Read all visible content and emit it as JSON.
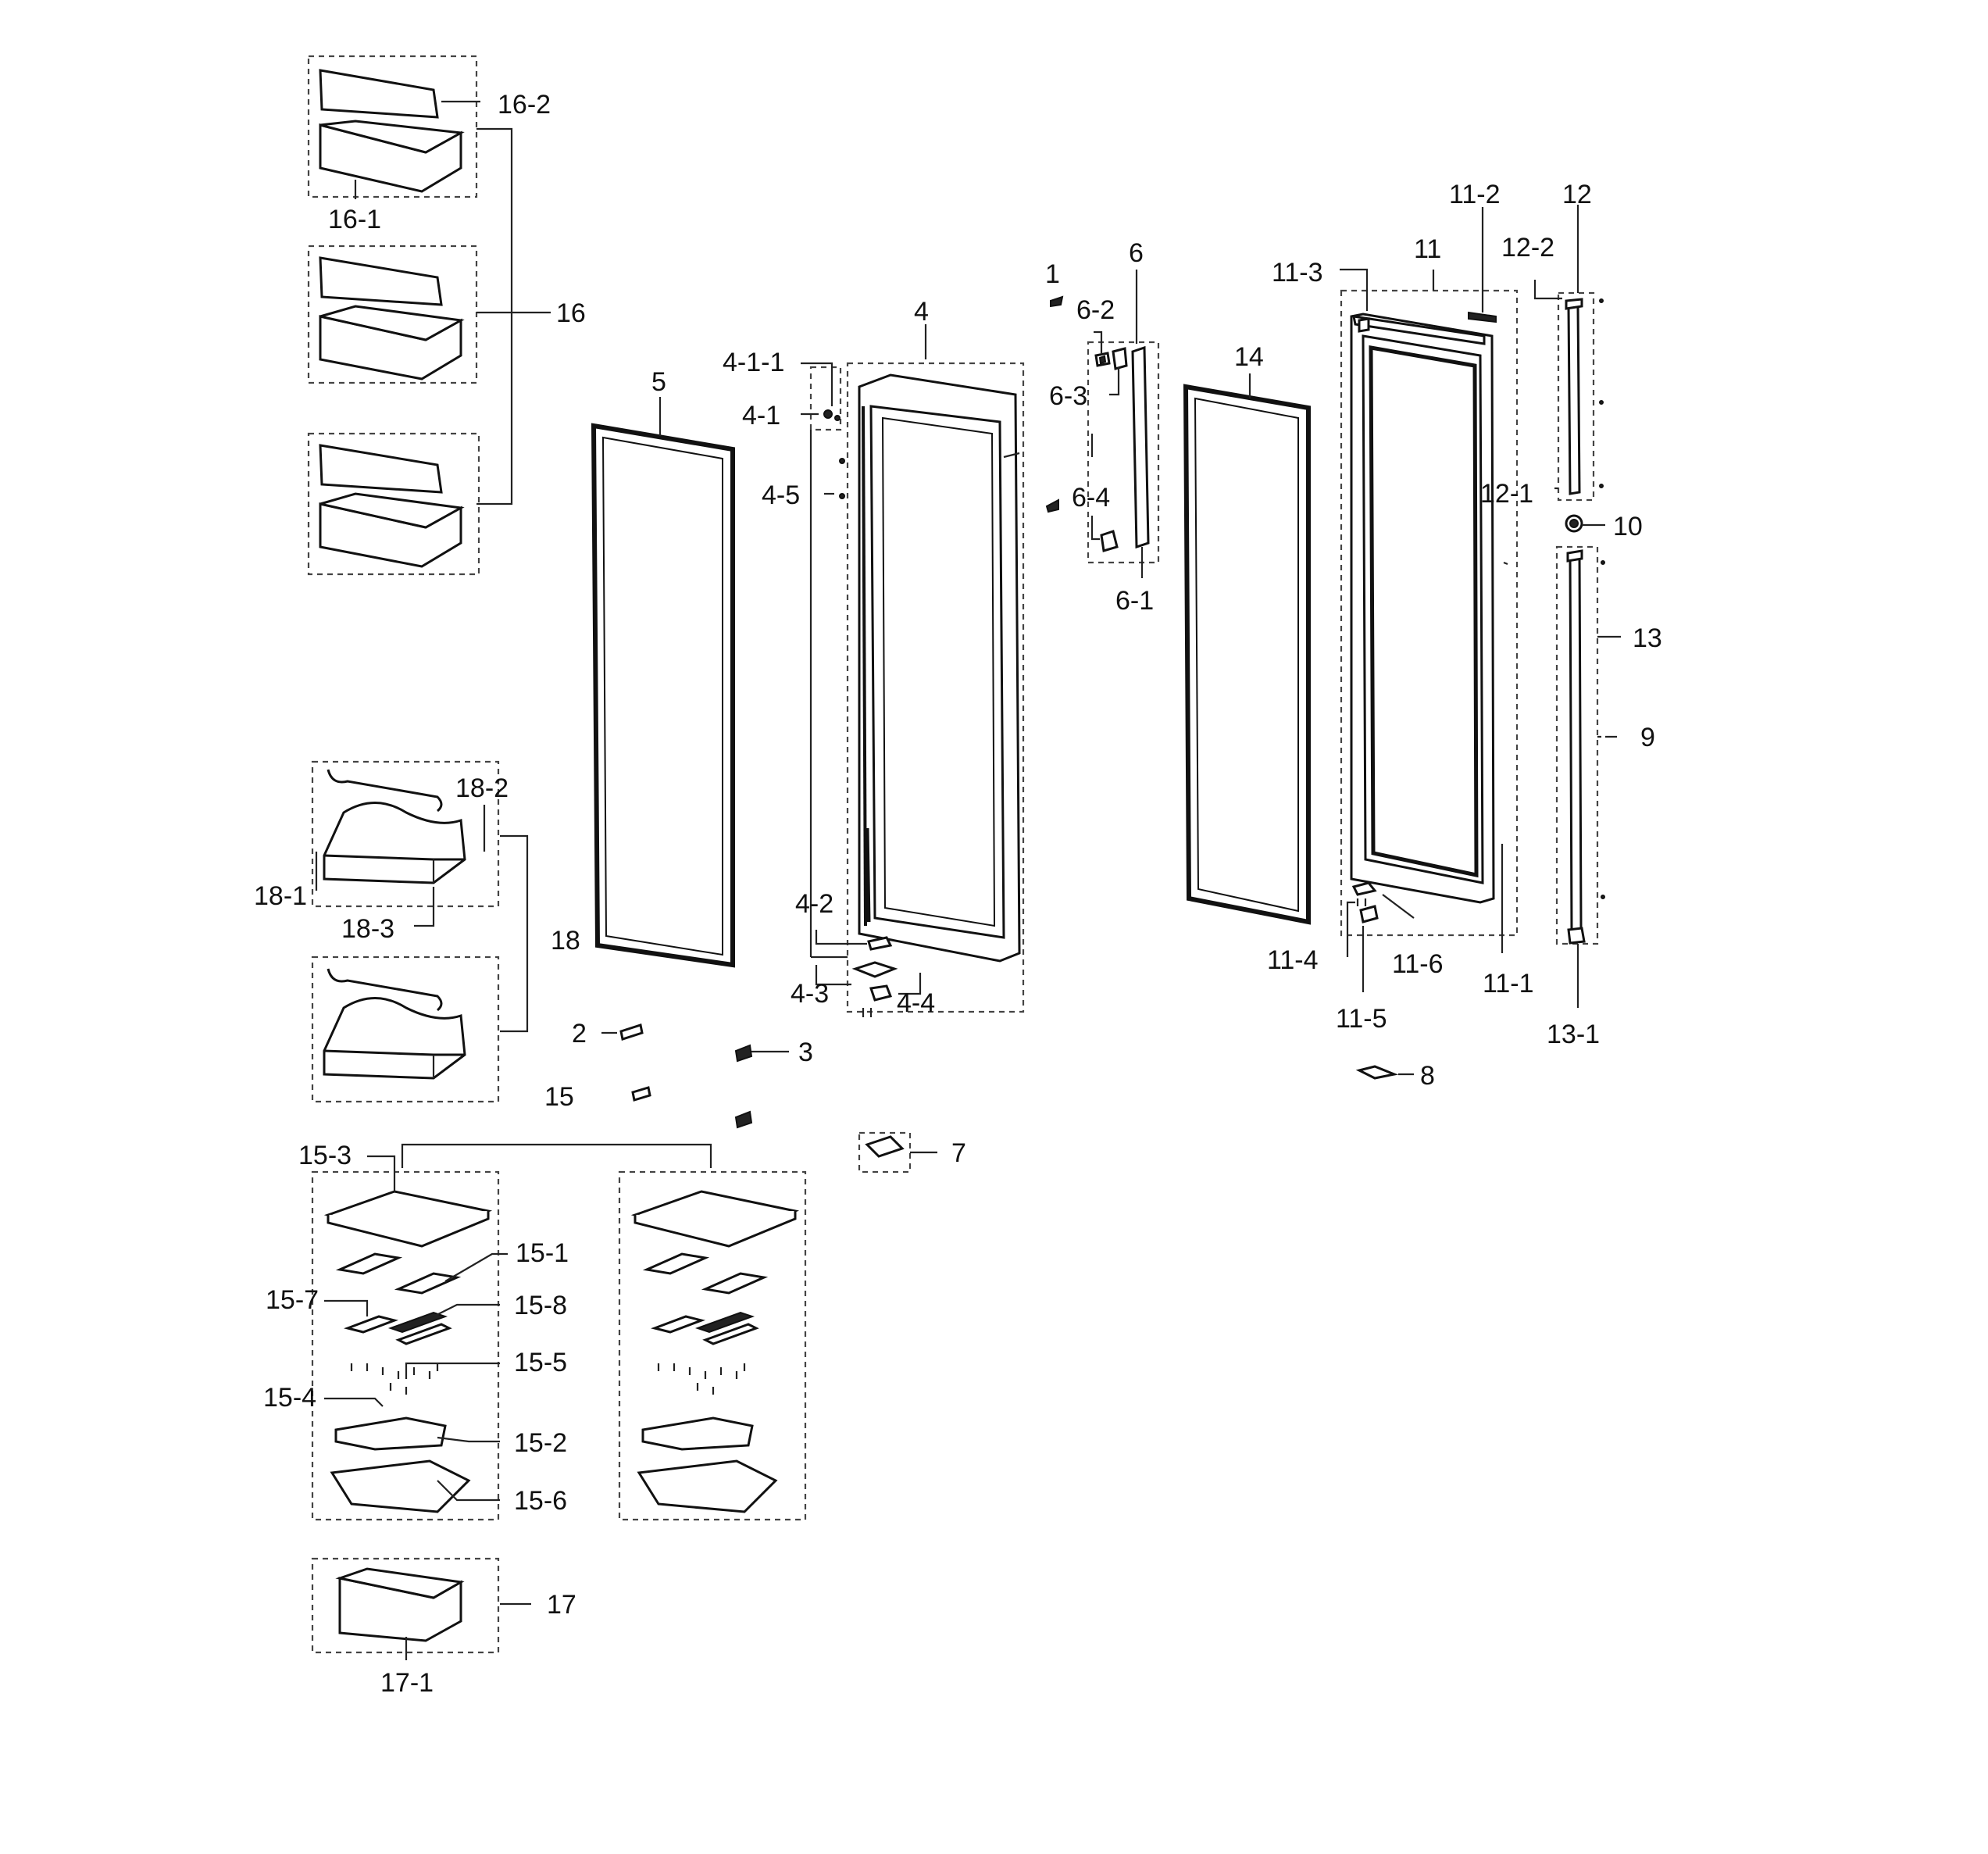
{
  "diagram": {
    "labels": {
      "c1": "1",
      "c2": "2",
      "c3": "3",
      "c4": "4",
      "c4_1": "4-1",
      "c4_1_1": "4-1-1",
      "c4_2": "4-2",
      "c4_3": "4-3",
      "c4_4": "4-4",
      "c4_5": "4-5",
      "c5": "5",
      "c6": "6",
      "c6_1": "6-1",
      "c6_2": "6-2",
      "c6_3": "6-3",
      "c6_4": "6-4",
      "c7": "7",
      "c8": "8",
      "c9": "9",
      "c10": "10",
      "c11": "11",
      "c11_1": "11-1",
      "c11_2": "11-2",
      "c11_3": "11-3",
      "c11_4": "11-4",
      "c11_5": "11-5",
      "c11_6": "11-6",
      "c12": "12",
      "c12_1": "12-1",
      "c12_2": "12-2",
      "c13": "13",
      "c13_1": "13-1",
      "c14": "14",
      "c15": "15",
      "c15_1": "15-1",
      "c15_2": "15-2",
      "c15_3": "15-3",
      "c15_4": "15-4",
      "c15_5": "15-5",
      "c15_6": "15-6",
      "c15_7": "15-7",
      "c15_8": "15-8",
      "c16": "16",
      "c16_1": "16-1",
      "c16_2": "16-2",
      "c17": "17",
      "c17_1": "17-1",
      "c18": "18",
      "c18_1": "18-1",
      "c18_2": "18-2",
      "c18_3": "18-3"
    }
  }
}
